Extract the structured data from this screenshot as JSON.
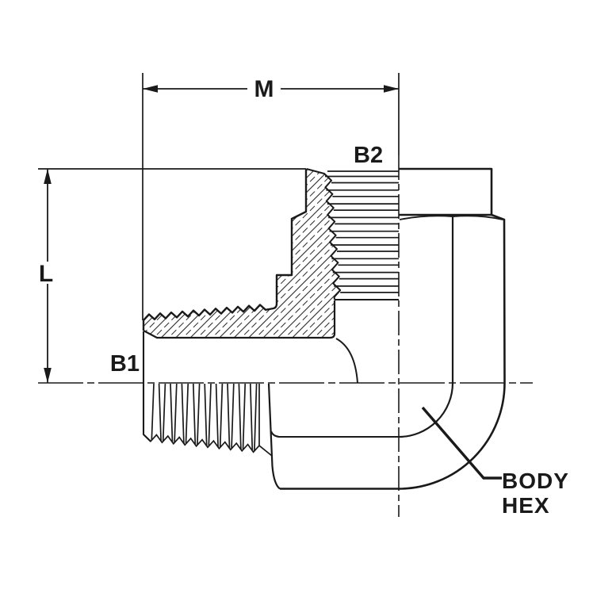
{
  "colors": {
    "ink": "#1a1a1a",
    "background": "#ffffff"
  },
  "labels": {
    "dim_width": "M",
    "dim_height": "L",
    "port_male": "B1",
    "port_female": "B2",
    "callout_body": "BODY",
    "callout_hex": "HEX"
  }
}
